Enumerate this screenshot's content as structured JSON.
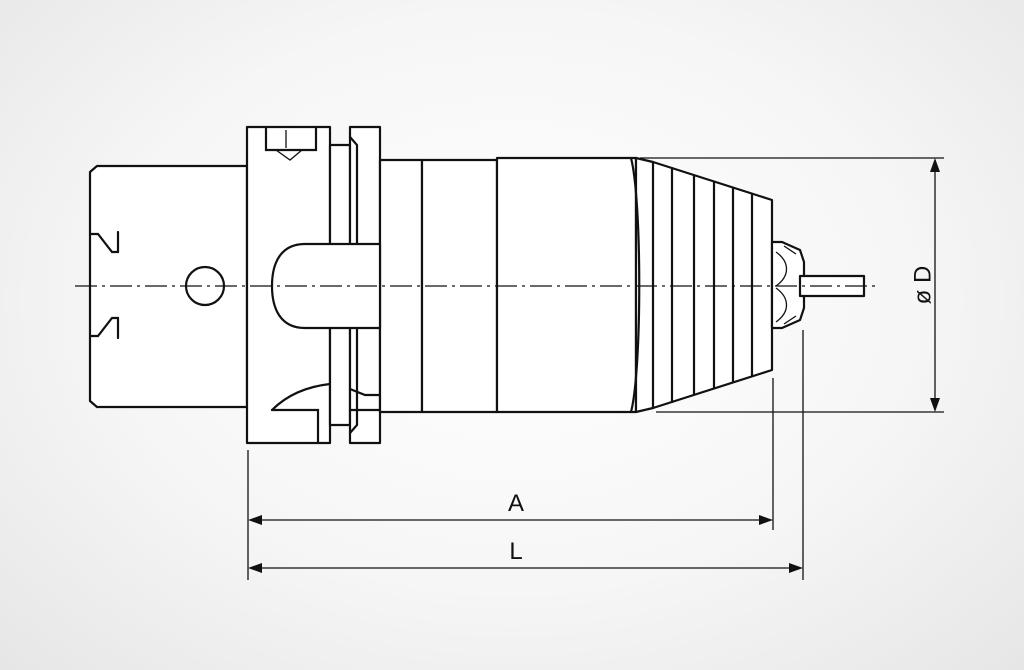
{
  "dimensions": {
    "diameter_label": "ø D",
    "a_label": "A",
    "l_label": "L"
  },
  "colors": {
    "line": "#111111",
    "body_fill": "#ffffff",
    "background": "#f2f2f2"
  }
}
